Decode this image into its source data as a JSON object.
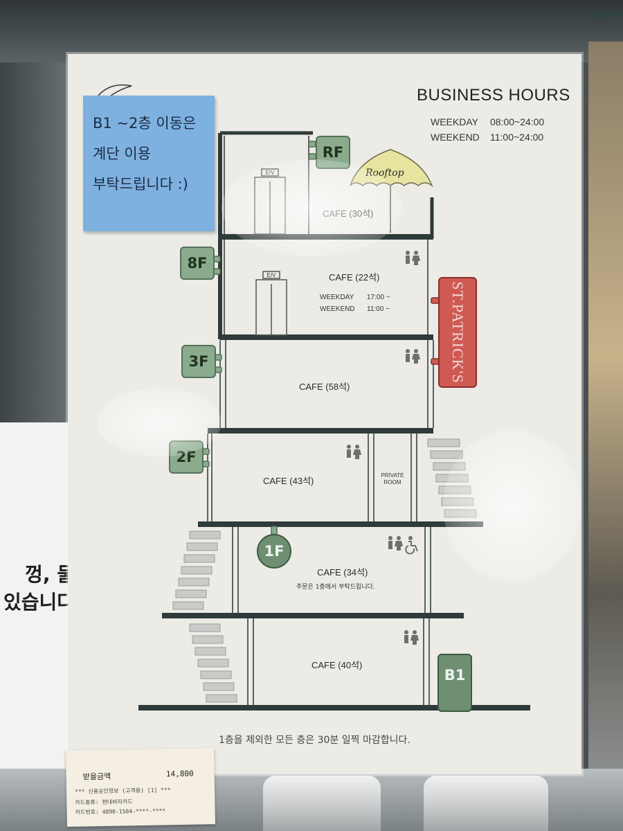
{
  "background": {
    "right_sign_partial": "Lem",
    "left_sign_text": "껑, 물\n있습니다"
  },
  "sticky_note": {
    "text": "B1 ~2층 이동은\n계단 이용\n부탁드립니다 :)"
  },
  "business_hours": {
    "title": "BUSINESS HOURS",
    "rows": [
      {
        "label": "WEEKDAY",
        "time": "08:00~24:00"
      },
      {
        "label": "WEEKEND",
        "time": "11:00~24:00"
      }
    ]
  },
  "floors": [
    {
      "badge": "RF",
      "cafe_label": "CAFE (30석)",
      "extra": "Rooftop"
    },
    {
      "badge": "8F",
      "cafe_label": "CAFE (22석)",
      "hours": [
        {
          "label": "WEEKDAY",
          "time": "17:00 ~"
        },
        {
          "label": "WEEKEND",
          "time": "11:00 ~"
        }
      ]
    },
    {
      "badge": "3F",
      "cafe_label": "CAFE (58석)"
    },
    {
      "badge": "2F",
      "cafe_label": "CAFE (43석)",
      "extra": "PRIVATE\nROOM"
    },
    {
      "badge": "1F",
      "cafe_label": "CAFE (34석)",
      "note": "주문은 1층에서 부탁드립니다."
    },
    {
      "badge": "B1",
      "cafe_label": "CAFE (40석)"
    }
  ],
  "elevator_label": "E/V",
  "side_sign": "ST.PATRICK'S",
  "footer_note": "1층을 제외한 모든 층은 30분 일찍 마감합니다.",
  "receipt": {
    "total_label": "받을금액",
    "total_amount": "14,800",
    "line1": "*** 신용승인정보 (고객용) [1] ***",
    "line2": "카드종류:      현대비자카드",
    "line3": "카드번호: 4890-1504-****-****"
  },
  "colors": {
    "badge_green": "#8aab8c",
    "sign_red": "#cf5a54",
    "sticky_blue": "#7fb1e0",
    "umbrella_yellow": "#e7e4a0",
    "structure_dark": "#2f3a3a"
  }
}
